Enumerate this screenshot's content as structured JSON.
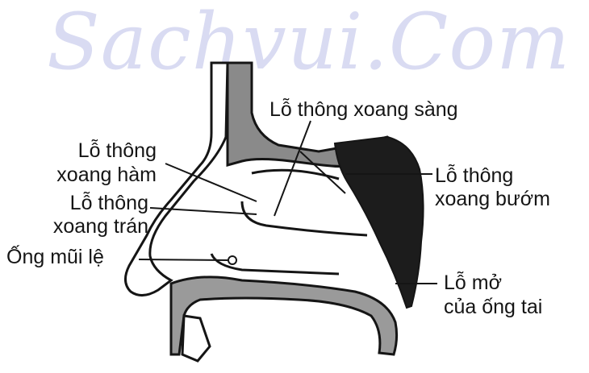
{
  "watermark": "Sachvui.Com",
  "labels": {
    "ethmoid": "Lỗ thông xoang sàng",
    "maxillary_line1": "Lỗ thông",
    "maxillary_line2": "xoang hàm",
    "frontal_line1": "Lỗ thông",
    "frontal_line2": "xoang trán",
    "tear_duct": "Ống mũi lệ",
    "sphenoid_line1": "Lỗ thông",
    "sphenoid_line2": "xoang bướm",
    "ear_tube_line1": "Lỗ mở",
    "ear_tube_line2": "của ống tai"
  },
  "colors": {
    "ink": "#151515",
    "watermark": "#d9dbf2",
    "background": "#ffffff"
  }
}
